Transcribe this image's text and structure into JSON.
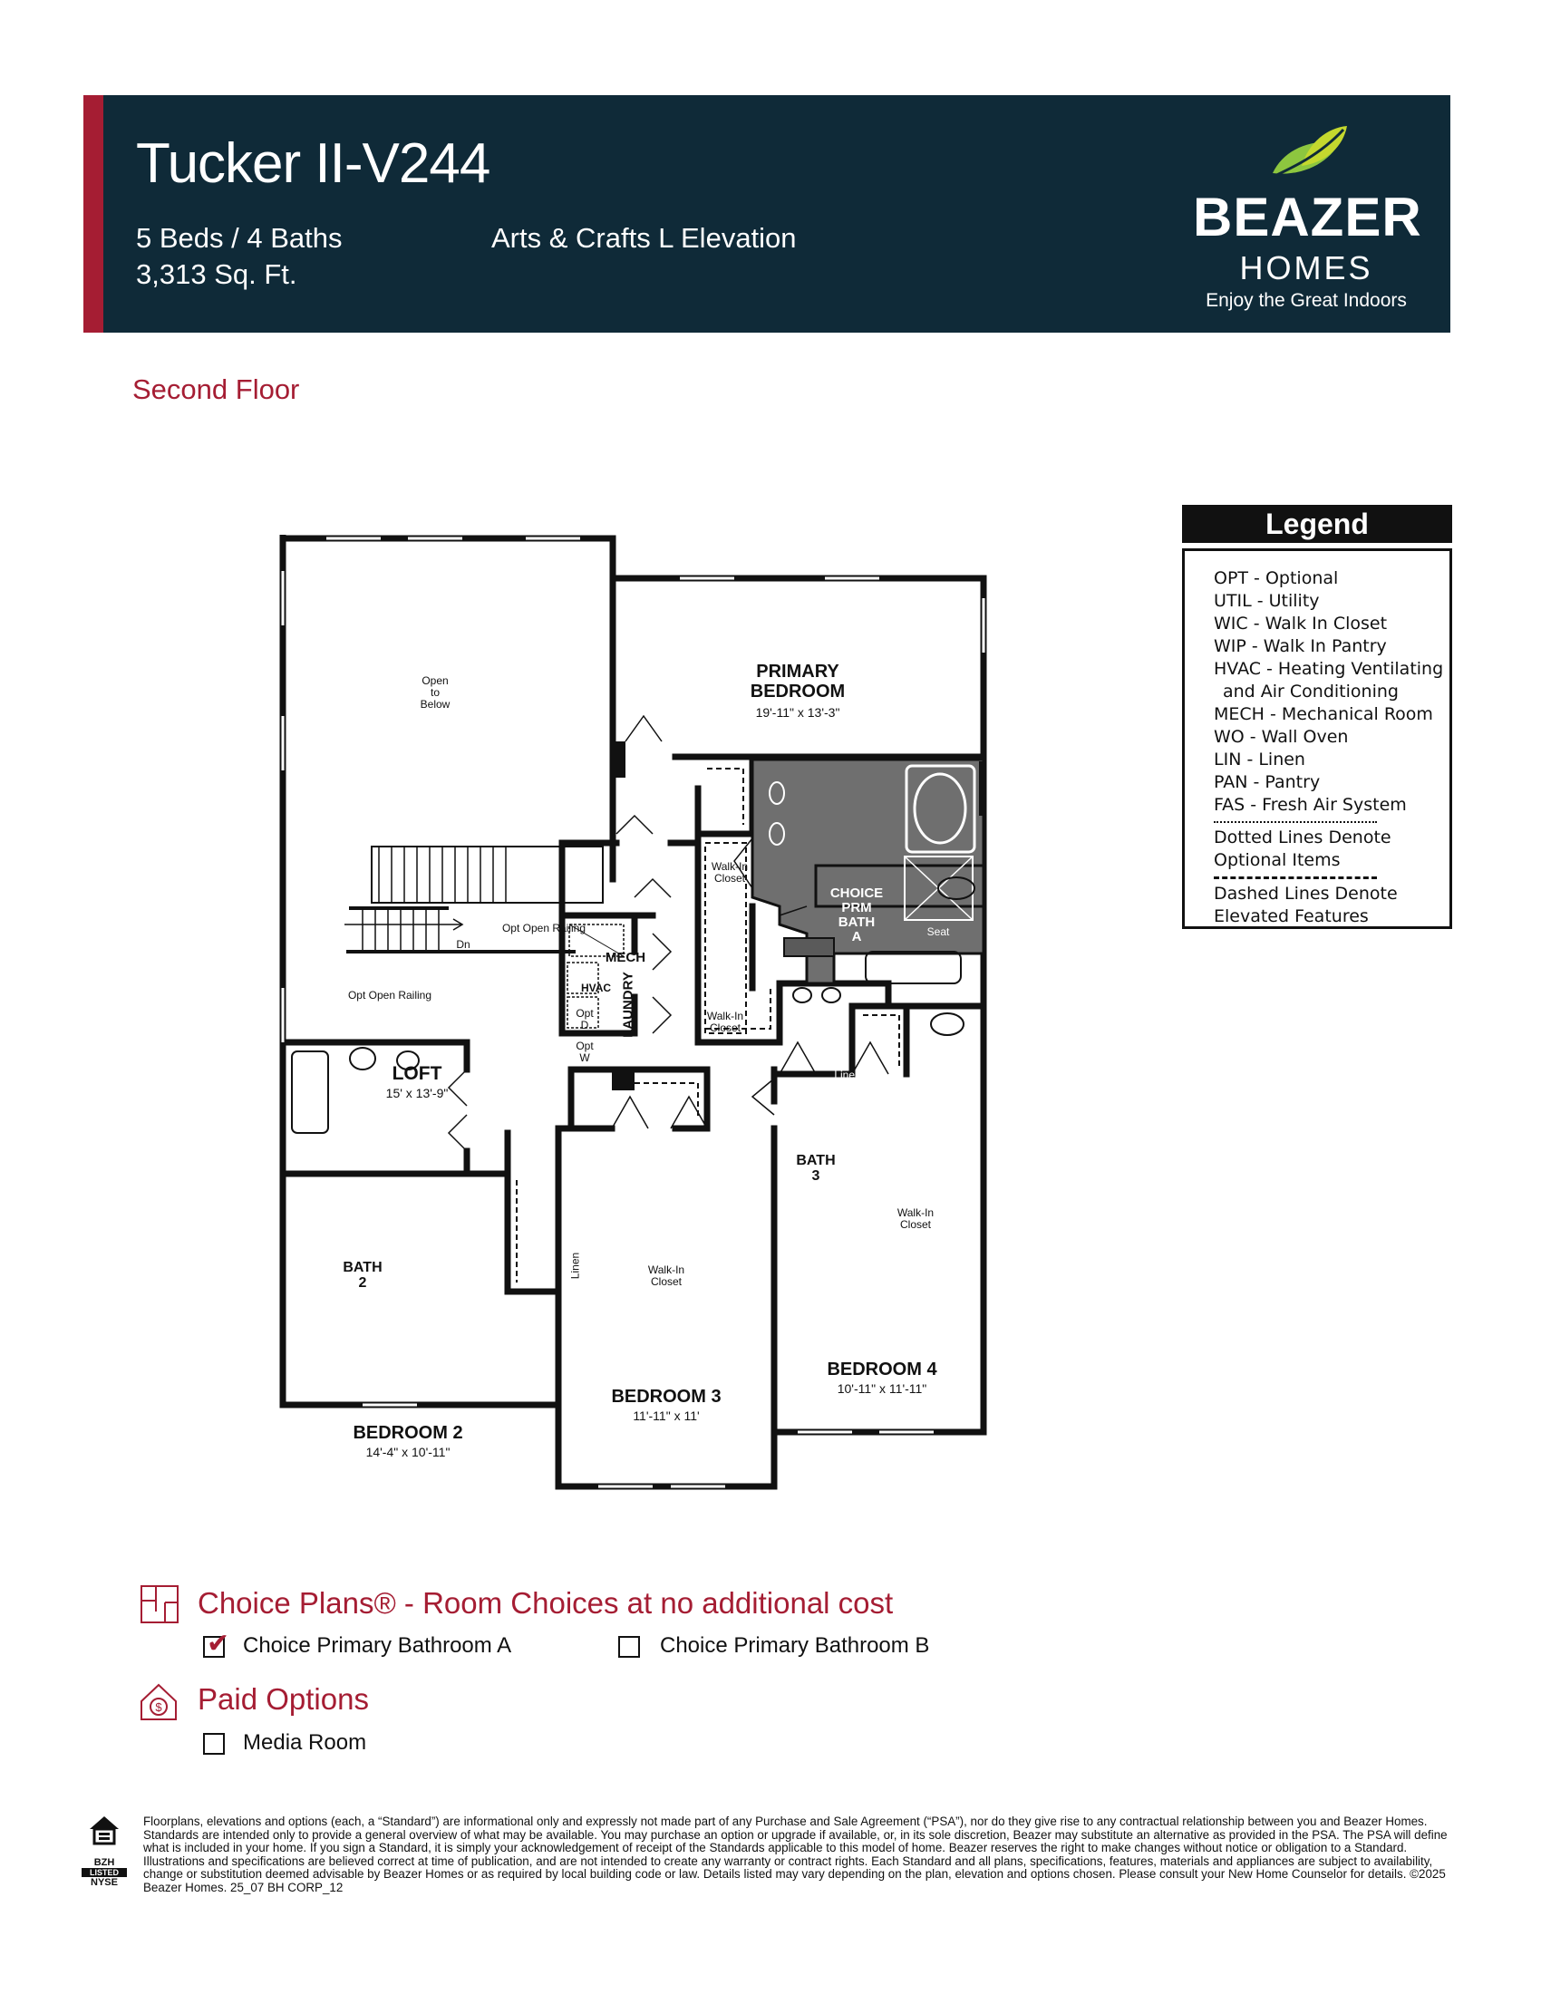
{
  "header": {
    "title": "Tucker II-V244",
    "beds_baths": "5 Beds / 4 Baths",
    "sqft": "3,313 Sq. Ft.",
    "elevation": "Arts & Crafts L Elevation",
    "logo_brand": "BEAZER",
    "logo_homes": "HOMES",
    "logo_tagline": "Enjoy the Great Indoors",
    "accent_color": "#a51d33",
    "banner_color": "#0f2a38"
  },
  "floor_title": "Second Floor",
  "legend": {
    "title": "Legend",
    "items": [
      "OPT - Optional",
      "UTIL - Utility",
      "WIC - Walk In Closet",
      "WIP - Walk In Pantry",
      "HVAC - Heating Ventilating",
      "and Air Conditioning",
      "MECH - Mechanical Room",
      "WO - Wall Oven",
      "LIN - Linen",
      "PAN - Pantry",
      "FAS - Fresh Air System"
    ],
    "notes": [
      "Dotted Lines Denote",
      "Optional Items",
      "Dashed Lines Denote",
      "Elevated Features"
    ]
  },
  "plan": {
    "open_to_below": [
      "Open",
      "to",
      "Below"
    ],
    "primary_bedroom": {
      "name_line1": "PRIMARY",
      "name_line2": "BEDROOM",
      "dims": "19'-11\" x 13'-3\""
    },
    "walk_in_closet_primary_a": [
      "Walk-In",
      "Closet"
    ],
    "walk_in_closet_primary_b": [
      "Walk-In",
      "Closet"
    ],
    "choice_bath": [
      "CHOICE",
      "PRM",
      "BATH",
      "A"
    ],
    "seat": "Seat",
    "linen_primary": "Linen",
    "opt_open_railing_1": "Opt Open Railing",
    "opt_open_railing_2": "Opt Open Railing",
    "dn": "Dn",
    "mech": "MECH",
    "hvac": "HVAC",
    "opt_d": [
      "Opt",
      "D"
    ],
    "opt_w": [
      "Opt",
      "W"
    ],
    "laundry": "LAUNDRY",
    "loft": {
      "name": "LOFT",
      "dims": "15' x 13'-9\""
    },
    "bath3": [
      "BATH",
      "3"
    ],
    "walk_in_closet_b4": [
      "Walk-In",
      "Closet"
    ],
    "bath2": [
      "BATH",
      "2"
    ],
    "linen_hall": "Linen",
    "walk_in_closet_b3": [
      "Walk-In",
      "Closet"
    ],
    "bedroom2": {
      "name": "BEDROOM 2",
      "dims": "14'-4\" x 10'-11\""
    },
    "bedroom3": {
      "name": "BEDROOM 3",
      "dims": "11'-11\" x 11'"
    },
    "bedroom4": {
      "name": "BEDROOM 4",
      "dims": "10'-11\" x 11'-11\""
    }
  },
  "options": {
    "choice_heading": "Choice Plans® - Room Choices at no additional cost",
    "choice_items": [
      {
        "label": "Choice Primary Bathroom A",
        "checked": true
      },
      {
        "label": "Choice Primary Bathroom B",
        "checked": false
      }
    ],
    "paid_heading": "Paid Options",
    "paid_items": [
      {
        "label": "Media Room",
        "checked": false
      }
    ]
  },
  "footer": {
    "logo_text_1": "BZH",
    "logo_text_2": "LISTED",
    "logo_text_3": "NYSE",
    "disclaimer": "Floorplans, elevations and options (each, a “Standard”) are informational only and expressly not made part of any Purchase and Sale Agreement (“PSA”), nor do they give rise to any contractual relationship between you and Beazer Homes. Standards are intended only to provide a general overview of what may be available. You may purchase an option or upgrade if available, or, in its sole discretion, Beazer may substitute an alternative as provided in the PSA. The PSA will define what is included in your home. If you sign a Standard, it is simply your acknowledgement of receipt of the Standards applicable to this model of home. Beazer reserves the right to make changes without notice or obligation to a Standard. Illustrations and specifications are believed correct at time of publication, and are not intended to create any warranty or contract rights. Each Standard and all plans, specifications, features, materials and appliances are subject to availability, change or substitution deemed advisable by Beazer Homes or as required by local building code or law. Details listed may vary depending on the plan, elevation and options chosen. Please consult your New Home Counselor for details. ©2025 Beazer Homes. 25_07 BH CORP_12"
  }
}
